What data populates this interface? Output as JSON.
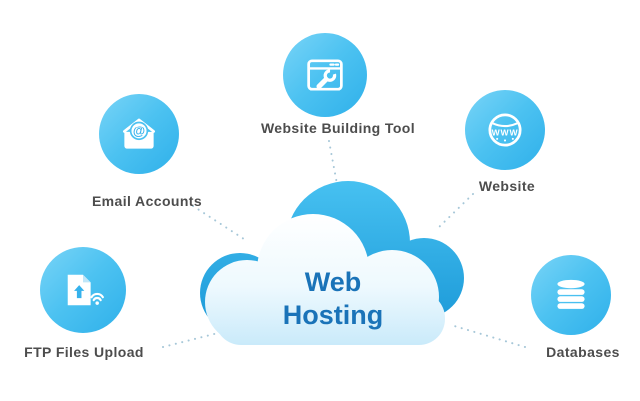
{
  "diagram": {
    "title": {
      "line1": "Web",
      "line2": "Hosting"
    },
    "nodes": [
      {
        "id": "email-accounts",
        "label": "Email Accounts",
        "icon": "email-at-icon"
      },
      {
        "id": "website-building-tool",
        "label": "Website Building Tool",
        "icon": "browser-wrench-icon"
      },
      {
        "id": "website",
        "label": "Website",
        "icon": "www-globe-icon"
      },
      {
        "id": "ftp-files-upload",
        "label": "FTP Files Upload",
        "icon": "file-upload-wifi-icon"
      },
      {
        "id": "databases",
        "label": "Databases",
        "icon": "database-stack-icon"
      }
    ],
    "colors": {
      "bubble_top": "#79d4f7",
      "bubble_bottom": "#2fb0ea",
      "back_cloud_top": "#47c1f1",
      "back_cloud_bottom": "#1896d6",
      "front_cloud_top": "#ffffff",
      "front_cloud_bottom": "#c9eafa",
      "title_text": "#1a73b8",
      "label_text": "#4d4d4d",
      "connector": "#a6c7d8"
    }
  }
}
